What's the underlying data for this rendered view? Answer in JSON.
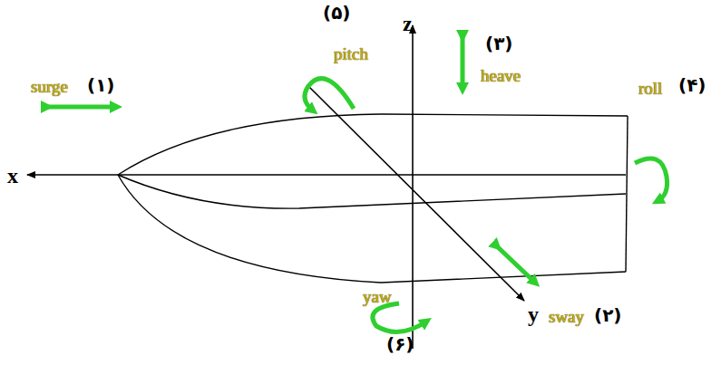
{
  "diagram": {
    "labels": [
      "(۵)",
      "z",
      "(۳)",
      "pitch",
      "heave",
      "surge",
      "(۱)",
      "roll",
      "(۴)",
      "x",
      "y",
      "sway",
      "(۲)",
      "yaw",
      "(۶)"
    ]
  }
}
